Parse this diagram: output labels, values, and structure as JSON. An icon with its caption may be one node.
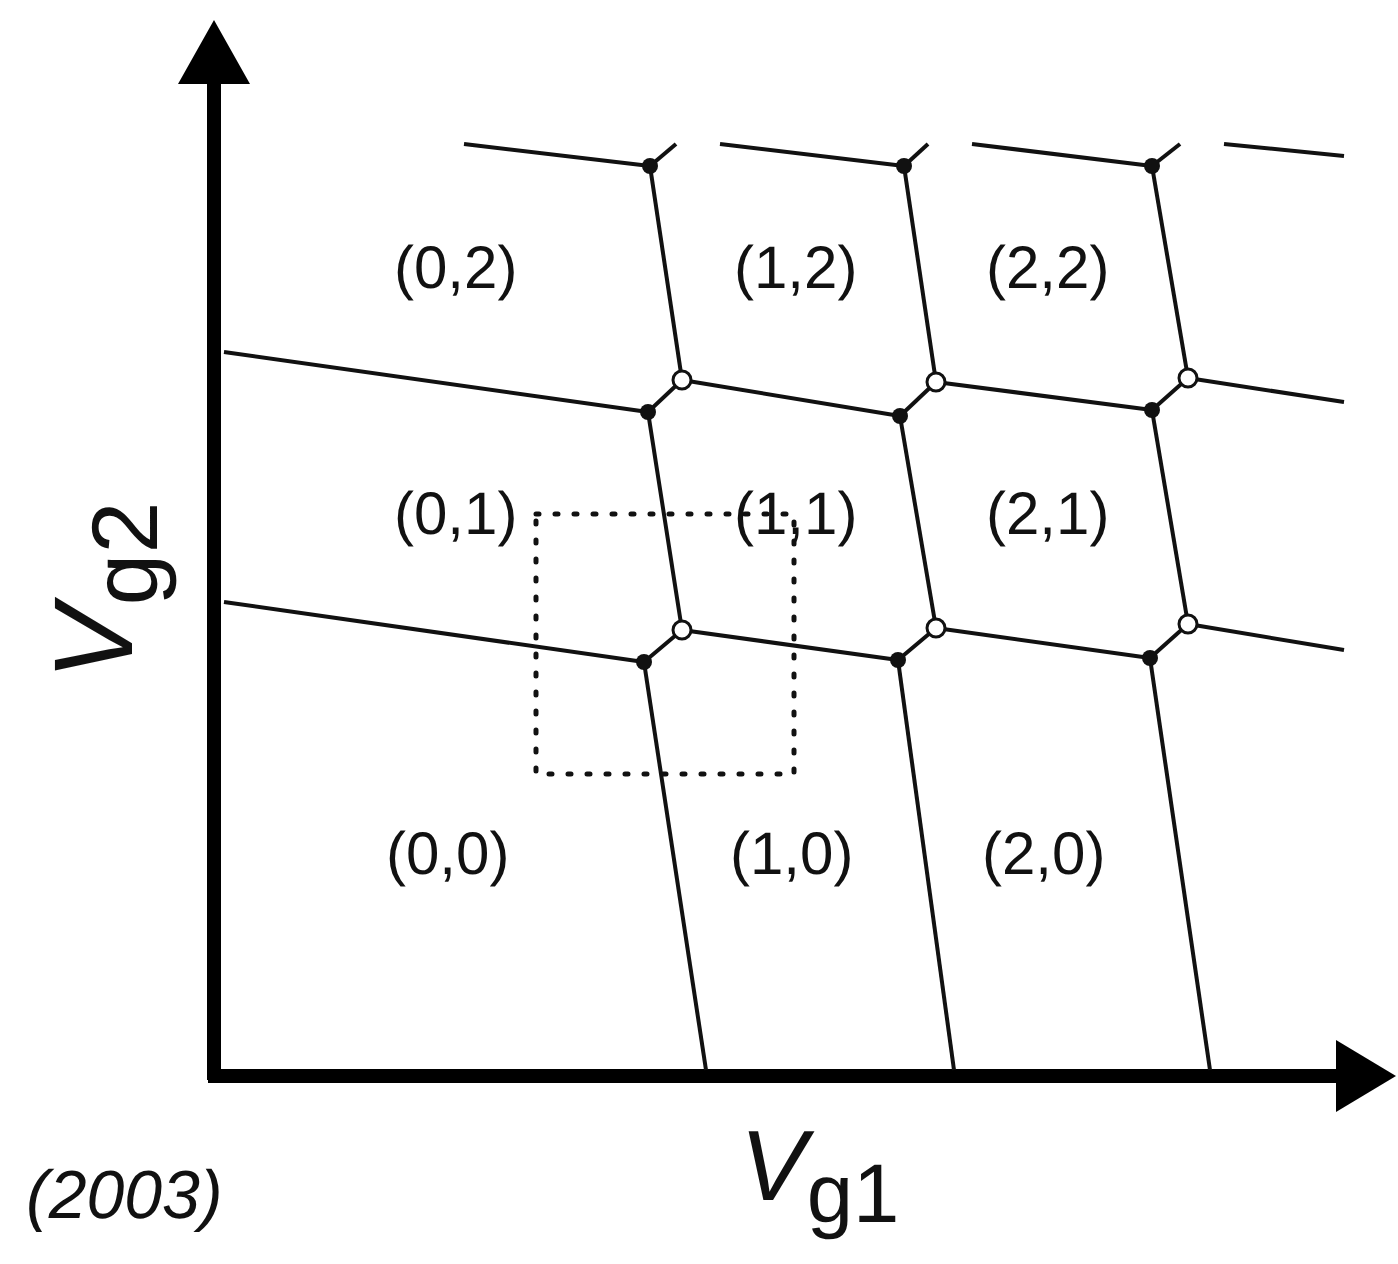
{
  "diagram": {
    "labels": [
      "(0,2)",
      "(1,2)",
      "(2,2)",
      "(0,1)",
      "(1,1)",
      "(2,1)",
      "(0,0)",
      "(1,0)",
      "(2,0)",
      "*V*$_{g2}$",
      "*V*$_{g1}$",
      "(2003)"
    ]
  }
}
